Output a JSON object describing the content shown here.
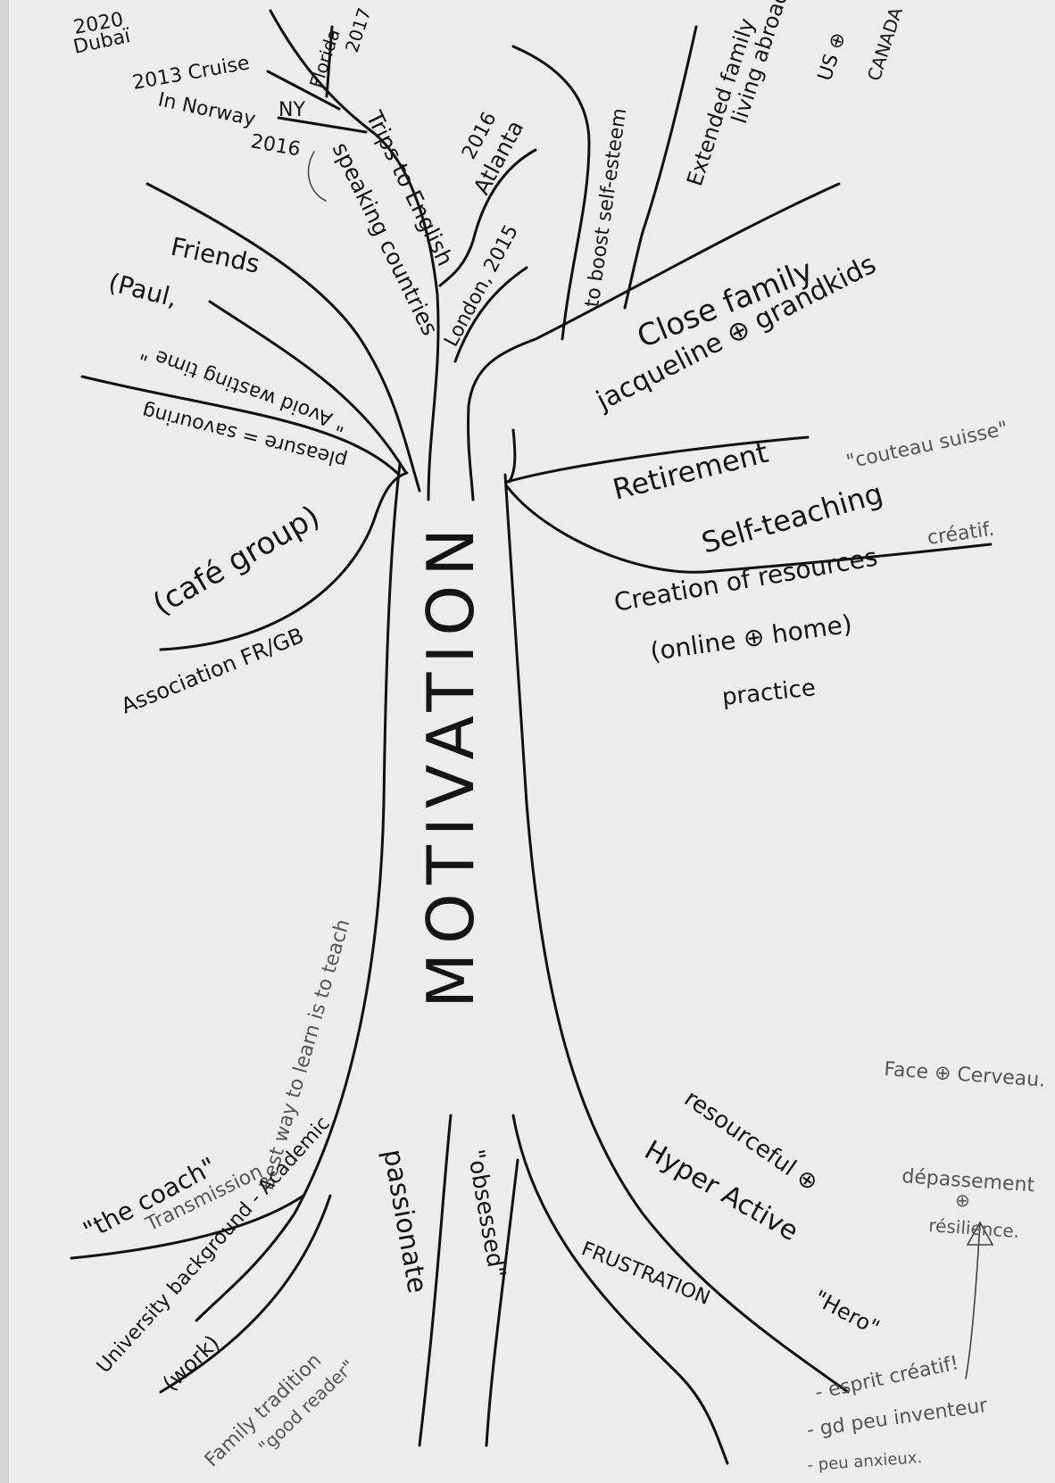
{
  "title": "MOTIVATION",
  "trips": {
    "t2020": "2020",
    "dubai": "Dubaï",
    "florida": "Florida",
    "y2017": "2017",
    "cruise": "2013 Cruise",
    "norway": "In Norway",
    "ny": "NY",
    "y2016": "2016",
    "trips_label": "Trips to English",
    "speaking": "speaking countries",
    "atlanta_year": "2016",
    "atlanta": "Atlanta",
    "london": "London, 2015"
  },
  "self_esteem": "to boost self-esteem",
  "extended": {
    "line1": "Extended family",
    "line2": "living abroad",
    "us": "US ⊕",
    "canada": "CANADA"
  },
  "close_family": {
    "line1": "Close family",
    "line2": "jacqueline ⊕ grandkids"
  },
  "friends": {
    "title": "Friends",
    "paul": "(Paul,",
    "avoid": "\" Avoid wasting time \"",
    "pleasure": "pleasure = savouring"
  },
  "cafe": "(café group)",
  "association": "Association FR/GB",
  "retirement": "Retirement",
  "couteau": "\"couteau suisse\"",
  "creatif": "créatif.",
  "self_teaching": "Self-teaching",
  "creation": {
    "line1": "Creation of resources",
    "line2": "(online ⊕ home)",
    "line3": "practice"
  },
  "roots": {
    "coach": "\"the coach\"",
    "transmission": "Transmission",
    "best_way": "Best way to learn is to teach",
    "university": "University background - Academic",
    "work": "(work)",
    "family": "Family tradition",
    "good_reader": "\"good reader\"",
    "passionate": "passionate",
    "obsessed": "\"obsessed\"",
    "frustration": "FRUSTRATION",
    "resourceful": "resourceful ⊕",
    "hyper": "Hyper Active",
    "hero": "\"Hero\"",
    "face": "Face ⊕ Cerveau.",
    "depassement": "dépassement",
    "plus": "⊕",
    "resilience": "résilience.",
    "esprit": "- esprit créatif!",
    "gd": "- gd peu inventeur",
    "peu": "- peu anxieux."
  }
}
